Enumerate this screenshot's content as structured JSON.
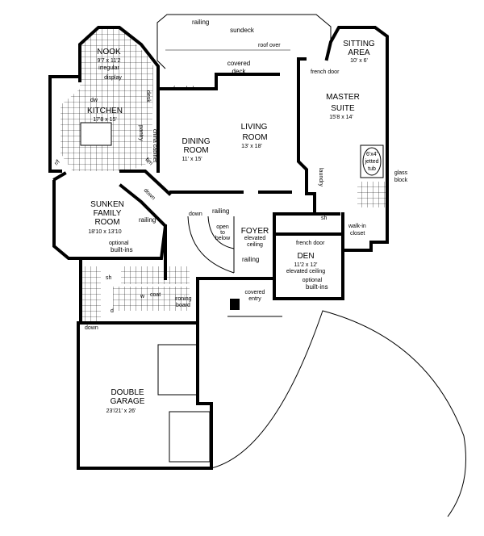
{
  "rooms": {
    "nook": {
      "name": "NOOK",
      "size": "9'7 x 11'2",
      "note1": "irregular",
      "note2": "display"
    },
    "kitchen": {
      "name": "KITCHEN",
      "size": "17'8 x 15'",
      "dw": "dw",
      "desk": "desk",
      "pantry": "pantry",
      "china": "china cabinet",
      "dw2": "r/f",
      "bm": "bm"
    },
    "sundeck": {
      "name": "sundeck",
      "railing": "railing",
      "roof_over": "roof over"
    },
    "covered_deck": {
      "line1": "covered",
      "line2": "deck",
      "french_door": "french door"
    },
    "dining": {
      "line1": "DINING",
      "line2": "ROOM",
      "size": "11' x 15'"
    },
    "living": {
      "line1": "LIVING",
      "line2": "ROOM",
      "size": "13' x 18'"
    },
    "sitting": {
      "line1": "SITTING",
      "line2": "AREA",
      "size": "10' x 6'",
      "french_door": "french door"
    },
    "master": {
      "line1": "MASTER",
      "line2": "SUITE",
      "size": "15'8 x 14'",
      "tub1": "6'x4'",
      "tub2": "jetted",
      "tub3": "tub",
      "glass1": "glass",
      "glass2": "block",
      "laundry": "laundry",
      "sh": "sh",
      "closet1": "walk-in",
      "closet2": "closet"
    },
    "family": {
      "line1": "SUNKEN",
      "line2": "FAMILY",
      "line3": "ROOM",
      "size": "18'10 x 13'10",
      "down": "down",
      "railing": "railing",
      "optional": "optional",
      "builtins": "built-ins"
    },
    "foyer": {
      "name": "FOYER",
      "note1": "elevated",
      "note2": "ceiling",
      "down": "down",
      "railing": "railing",
      "open1": "open",
      "open2": "to",
      "open3": "below",
      "railing2": "railing"
    },
    "den": {
      "name": "DEN",
      "size": "11'2 x 12'",
      "note": "elevated ceiling",
      "optional": "optional",
      "builtins": "built-ins",
      "french_door": "french door"
    },
    "laundry": {
      "sh": "sh",
      "w": "w",
      "d": "d",
      "coat": "coat",
      "ironing1": "ironing",
      "ironing2": "board"
    },
    "entry": {
      "line1": "covered",
      "line2": "entry"
    },
    "garage": {
      "line1": "DOUBLE",
      "line2": "GARAGE",
      "size": "23'/21' x 26'",
      "down": "down"
    }
  }
}
